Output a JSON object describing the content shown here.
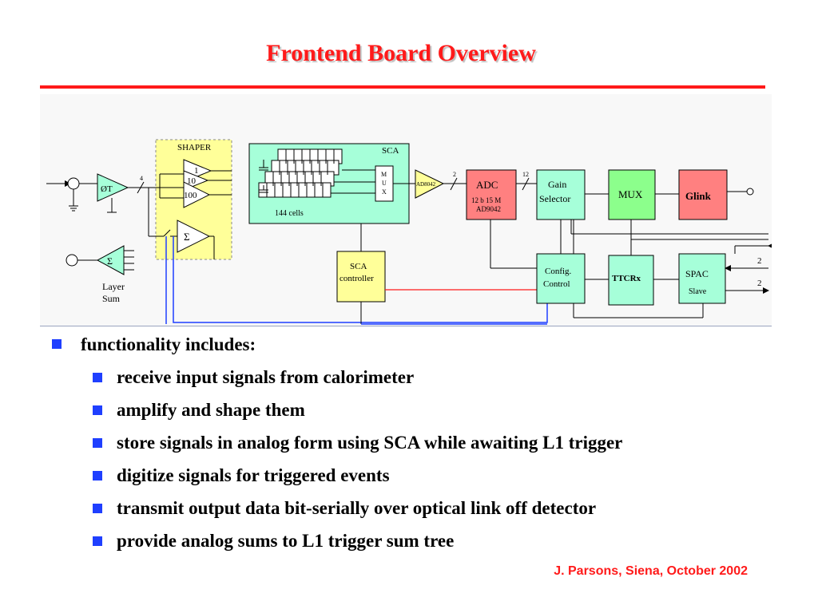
{
  "title": "Frontend Board Overview",
  "diagram": {
    "shaper_label": "SHAPER",
    "gain_1": "1",
    "gain_10": "10",
    "gain_100": "100",
    "sigma": "Σ",
    "input_amp": "ØT",
    "width_4": "4",
    "sca_label": "SCA",
    "cells_label": "144 cells",
    "mux_letters": "M U X",
    "amp_label_1": "AD8042",
    "width_2": "2",
    "adc_title": "ADC",
    "adc_sub1": "12 b 15 M",
    "adc_sub2": "AD9042",
    "width_12": "12",
    "gain_sel_1": "Gain",
    "gain_sel_2": "Selector",
    "mux_box": "MUX",
    "glink": "Glink",
    "sca_ctrl_1": "SCA",
    "sca_ctrl_2": "controller",
    "config_1": "Config.",
    "config_2": "Control",
    "ttcrx": "TTCRx",
    "spac_1": "SPAC",
    "spac_2": "Slave",
    "spac_in_a": "2",
    "spac_in_b": "2",
    "layer_sum_1": "Layer",
    "layer_sum_2": "Sum"
  },
  "bullets": {
    "main": "functionality includes:",
    "items": [
      "receive input signals from calorimeter",
      "amplify and shape them",
      "store signals in analog form using SCA while awaiting L1 trigger",
      "digitize signals for triggered events",
      "transmit output data bit-serially over optical link off detector",
      "provide analog sums to L1 trigger sum tree"
    ]
  },
  "footer": "J. Parsons, Siena, October 2002",
  "colors": {
    "title_red": "#ff1a1a",
    "bullet_blue": "#1f3fff",
    "shaper_fill": "#ffff99",
    "sca_fill": "#a6ffd9",
    "adc_fill": "#ff8080",
    "module_fill": "#a6ffd9",
    "mux_fill": "#8cff8c",
    "glink_fill": "#ff8080",
    "controller_fill": "#ffff99"
  }
}
